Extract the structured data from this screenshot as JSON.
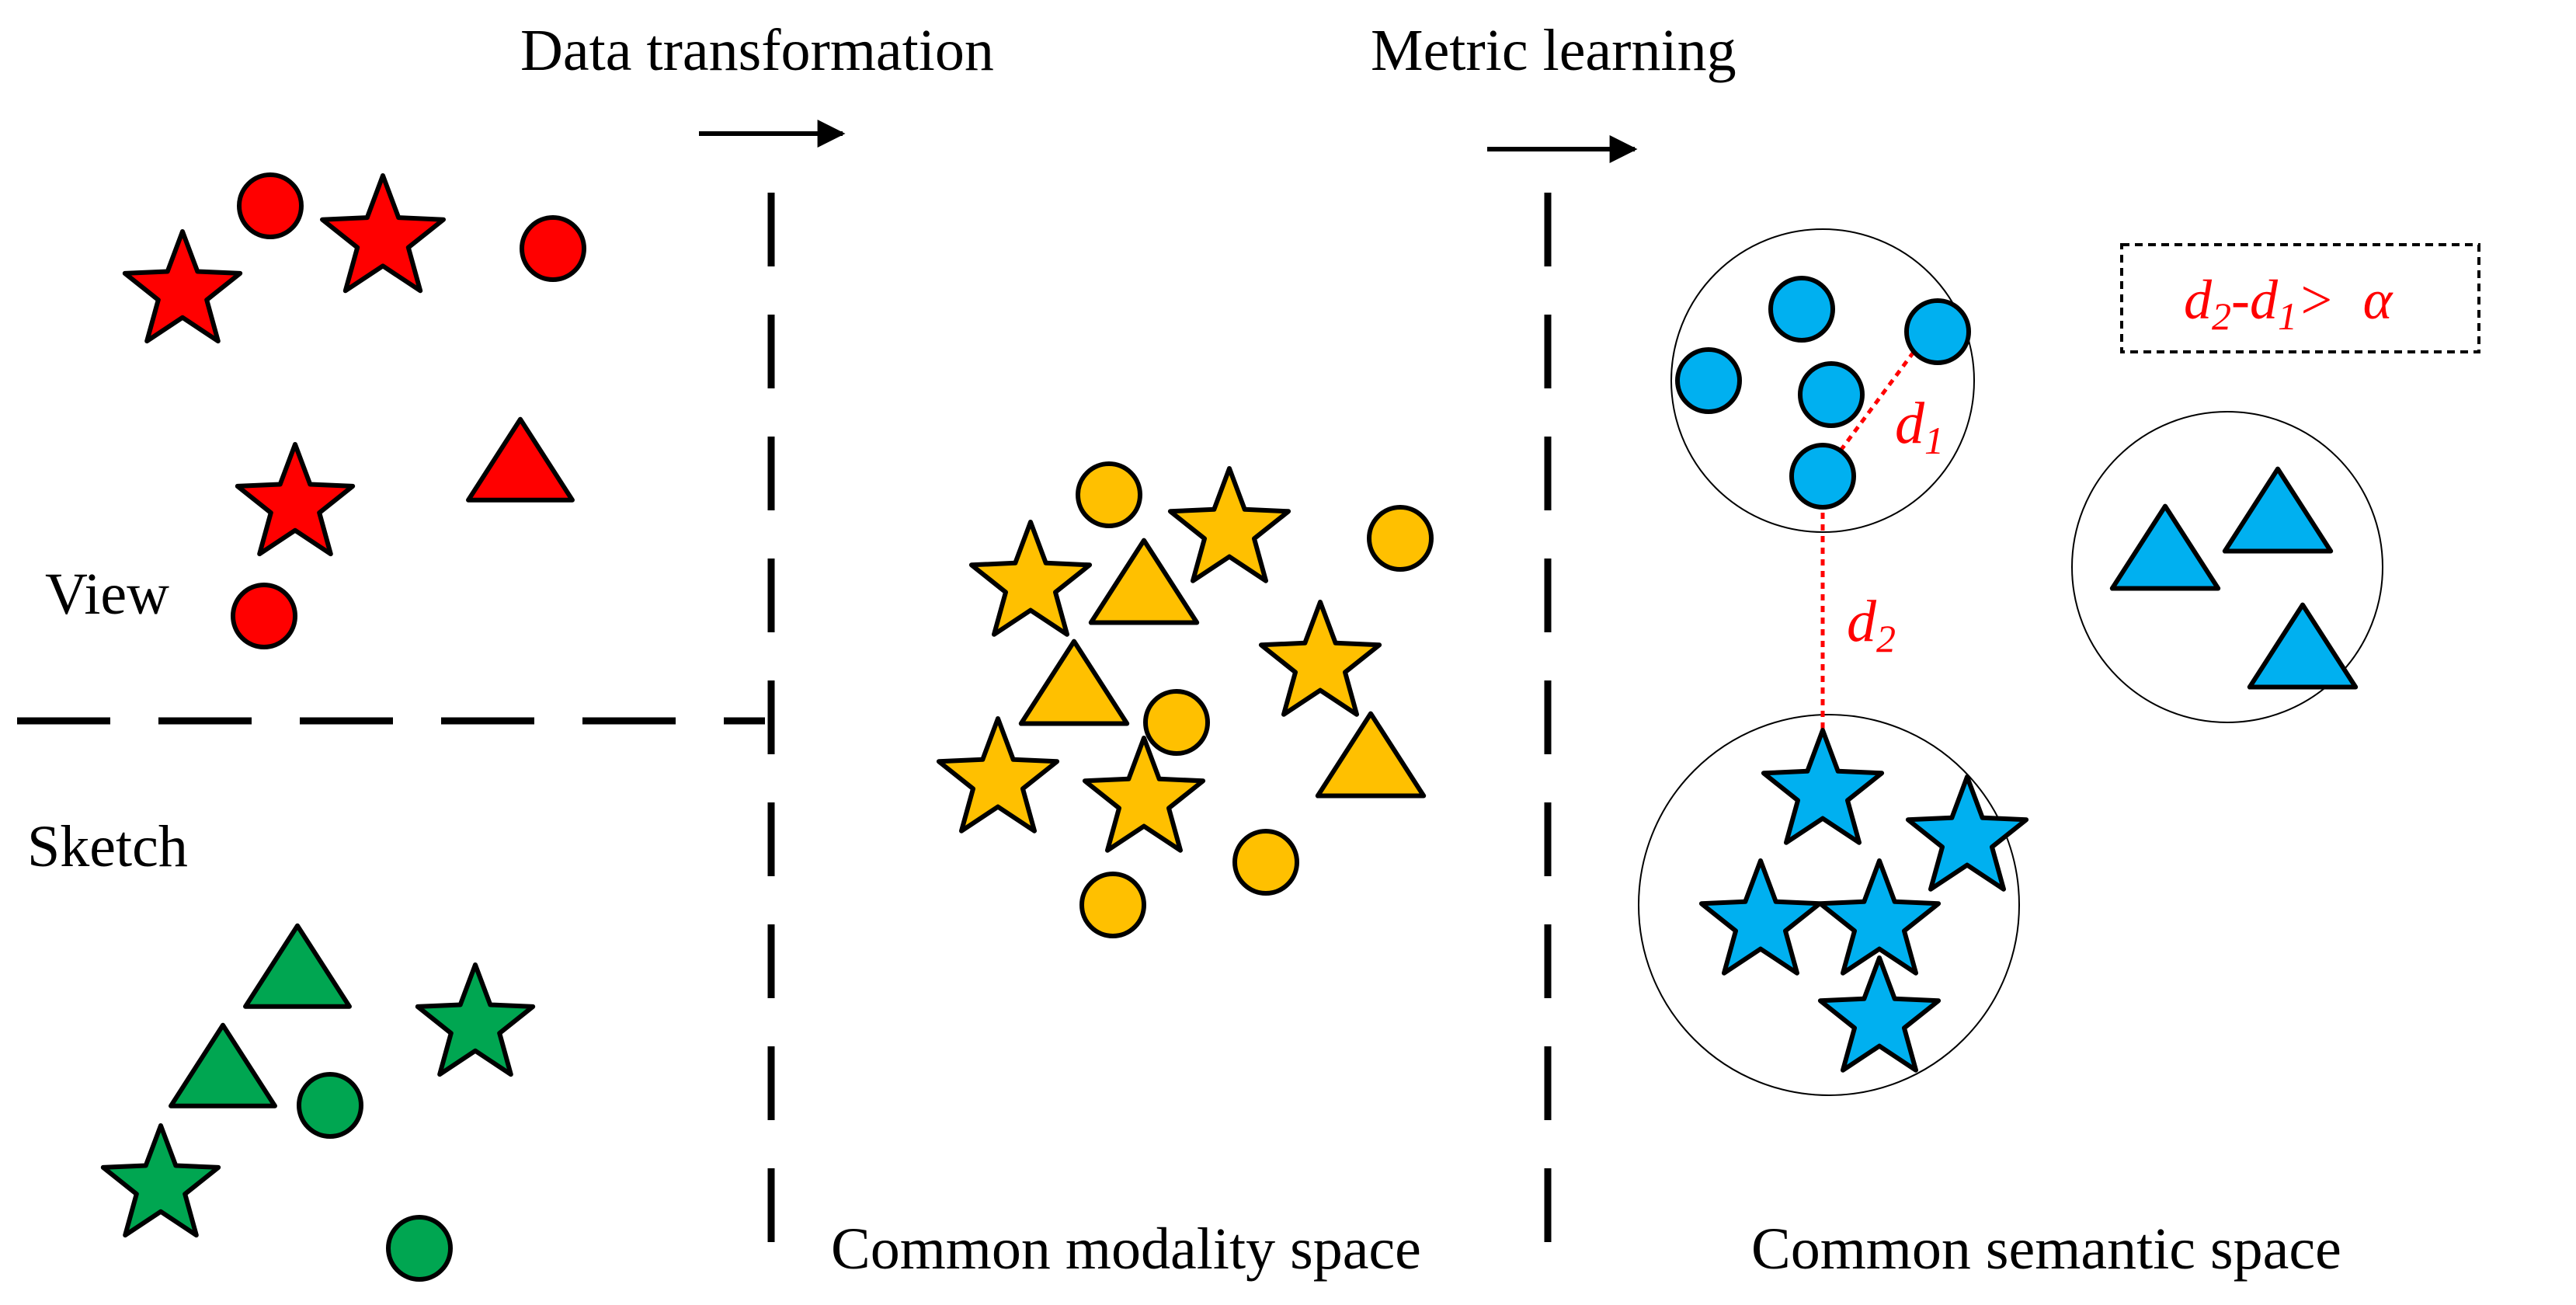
{
  "labels": {
    "data_transformation": "Data transformation",
    "metric_learning": "Metric learning",
    "view": "View",
    "sketch": "Sketch",
    "common_modality_space": "Common modality space",
    "common_semantic_space": "Common semantic space"
  },
  "formula": {
    "d": "d",
    "sub2": "2",
    "dash": "-",
    "sub1": "1",
    "gt": "> ",
    "alpha": "α"
  },
  "distances": {
    "d1": {
      "d": "d",
      "sub": "1"
    },
    "d2": {
      "d": "d",
      "sub": "2"
    }
  },
  "colors": {
    "view": "#ff0000",
    "sketch": "#00a651",
    "modality": "#ffc000",
    "semantic": "#00b0f0",
    "distance": "#ff0000",
    "outline": "#000000"
  },
  "shape_names": [
    "circle",
    "star",
    "triangle"
  ]
}
